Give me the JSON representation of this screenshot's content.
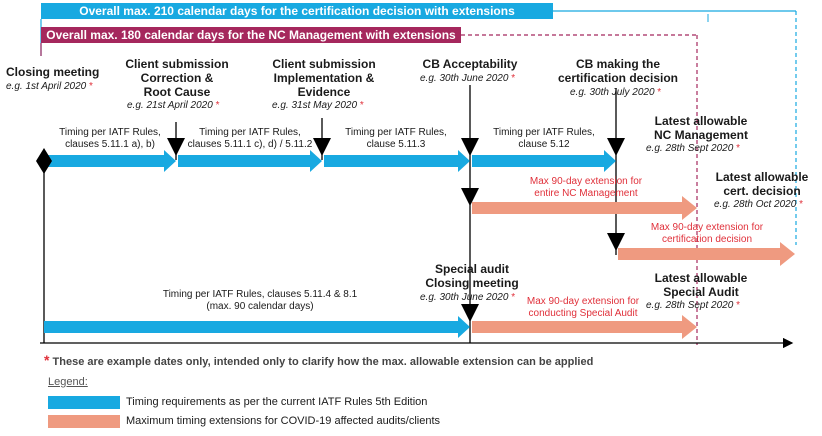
{
  "colors": {
    "blue": "#18a9e1",
    "salmon": "#ef9a80",
    "magenta": "#a5285d",
    "red": "#e0303a"
  },
  "banners": {
    "certification": "Overall max. 210 calendar days for the certification decision with extensions",
    "nc_management": "Overall max. 180 calendar days for the NC Management with extensions"
  },
  "milestones": {
    "closing_meeting": {
      "title": "Closing meeting",
      "date": "e.g. 1st April 2020"
    },
    "correction": {
      "title": "Client submission\nCorrection &\nRoot Cause",
      "date": "e.g. 21st April 2020"
    },
    "implementation": {
      "title": "Client submission\nImplementation &\nEvidence",
      "date": "e.g. 31st May 2020"
    },
    "acceptability": {
      "title": "CB Acceptability",
      "date": "e.g. 30th June 2020"
    },
    "decision": {
      "title": "CB making the\ncertification decision",
      "date": "e.g. 30th July 2020"
    },
    "latest_nc": {
      "title": "Latest allowable\nNC Management",
      "date": "e.g. 28th Sept 2020"
    },
    "latest_cert": {
      "title": "Latest allowable\ncert. decision",
      "date": "e.g. 28th Oct 2020"
    },
    "special_closing": {
      "title": "Special audit\nClosing meeting",
      "date": "e.g. 30th June 2020"
    },
    "latest_special": {
      "title": "Latest allowable\nSpecial Audit",
      "date": "e.g. 28th Sept 2020"
    }
  },
  "timing": {
    "t1": "Timing per IATF Rules,\nclauses 5.11.1 a), b)",
    "t2": "Timing per IATF Rules,\nclauses 5.11.1 c), d) / 5.11.2",
    "t3": "Timing per IATF Rules,\nclause 5.11.3",
    "t4": "Timing per IATF Rules,\nclause 5.12",
    "special": "Timing per IATF Rules, clauses 5.11.4 & 8.1\n(max. 90 calendar days)"
  },
  "extensions": {
    "nc": "Max 90-day extension for\nentire NC Management",
    "cert": "Max 90-day extension for\ncertification decision",
    "special": "Max 90-day extension for\nconducting Special Audit"
  },
  "footnote": "These are example dates only, intended only to clarify how the max. allowable extension can be applied",
  "footnote_star": "*",
  "date_star": "*",
  "legend": {
    "title": "Legend:",
    "items": [
      {
        "label": "Timing requirements as per the current IATF Rules 5th Edition",
        "color": "#18a9e1"
      },
      {
        "label": "Maximum timing extensions for COVID-19 affected audits/clients",
        "color": "#ef9a80"
      }
    ]
  }
}
